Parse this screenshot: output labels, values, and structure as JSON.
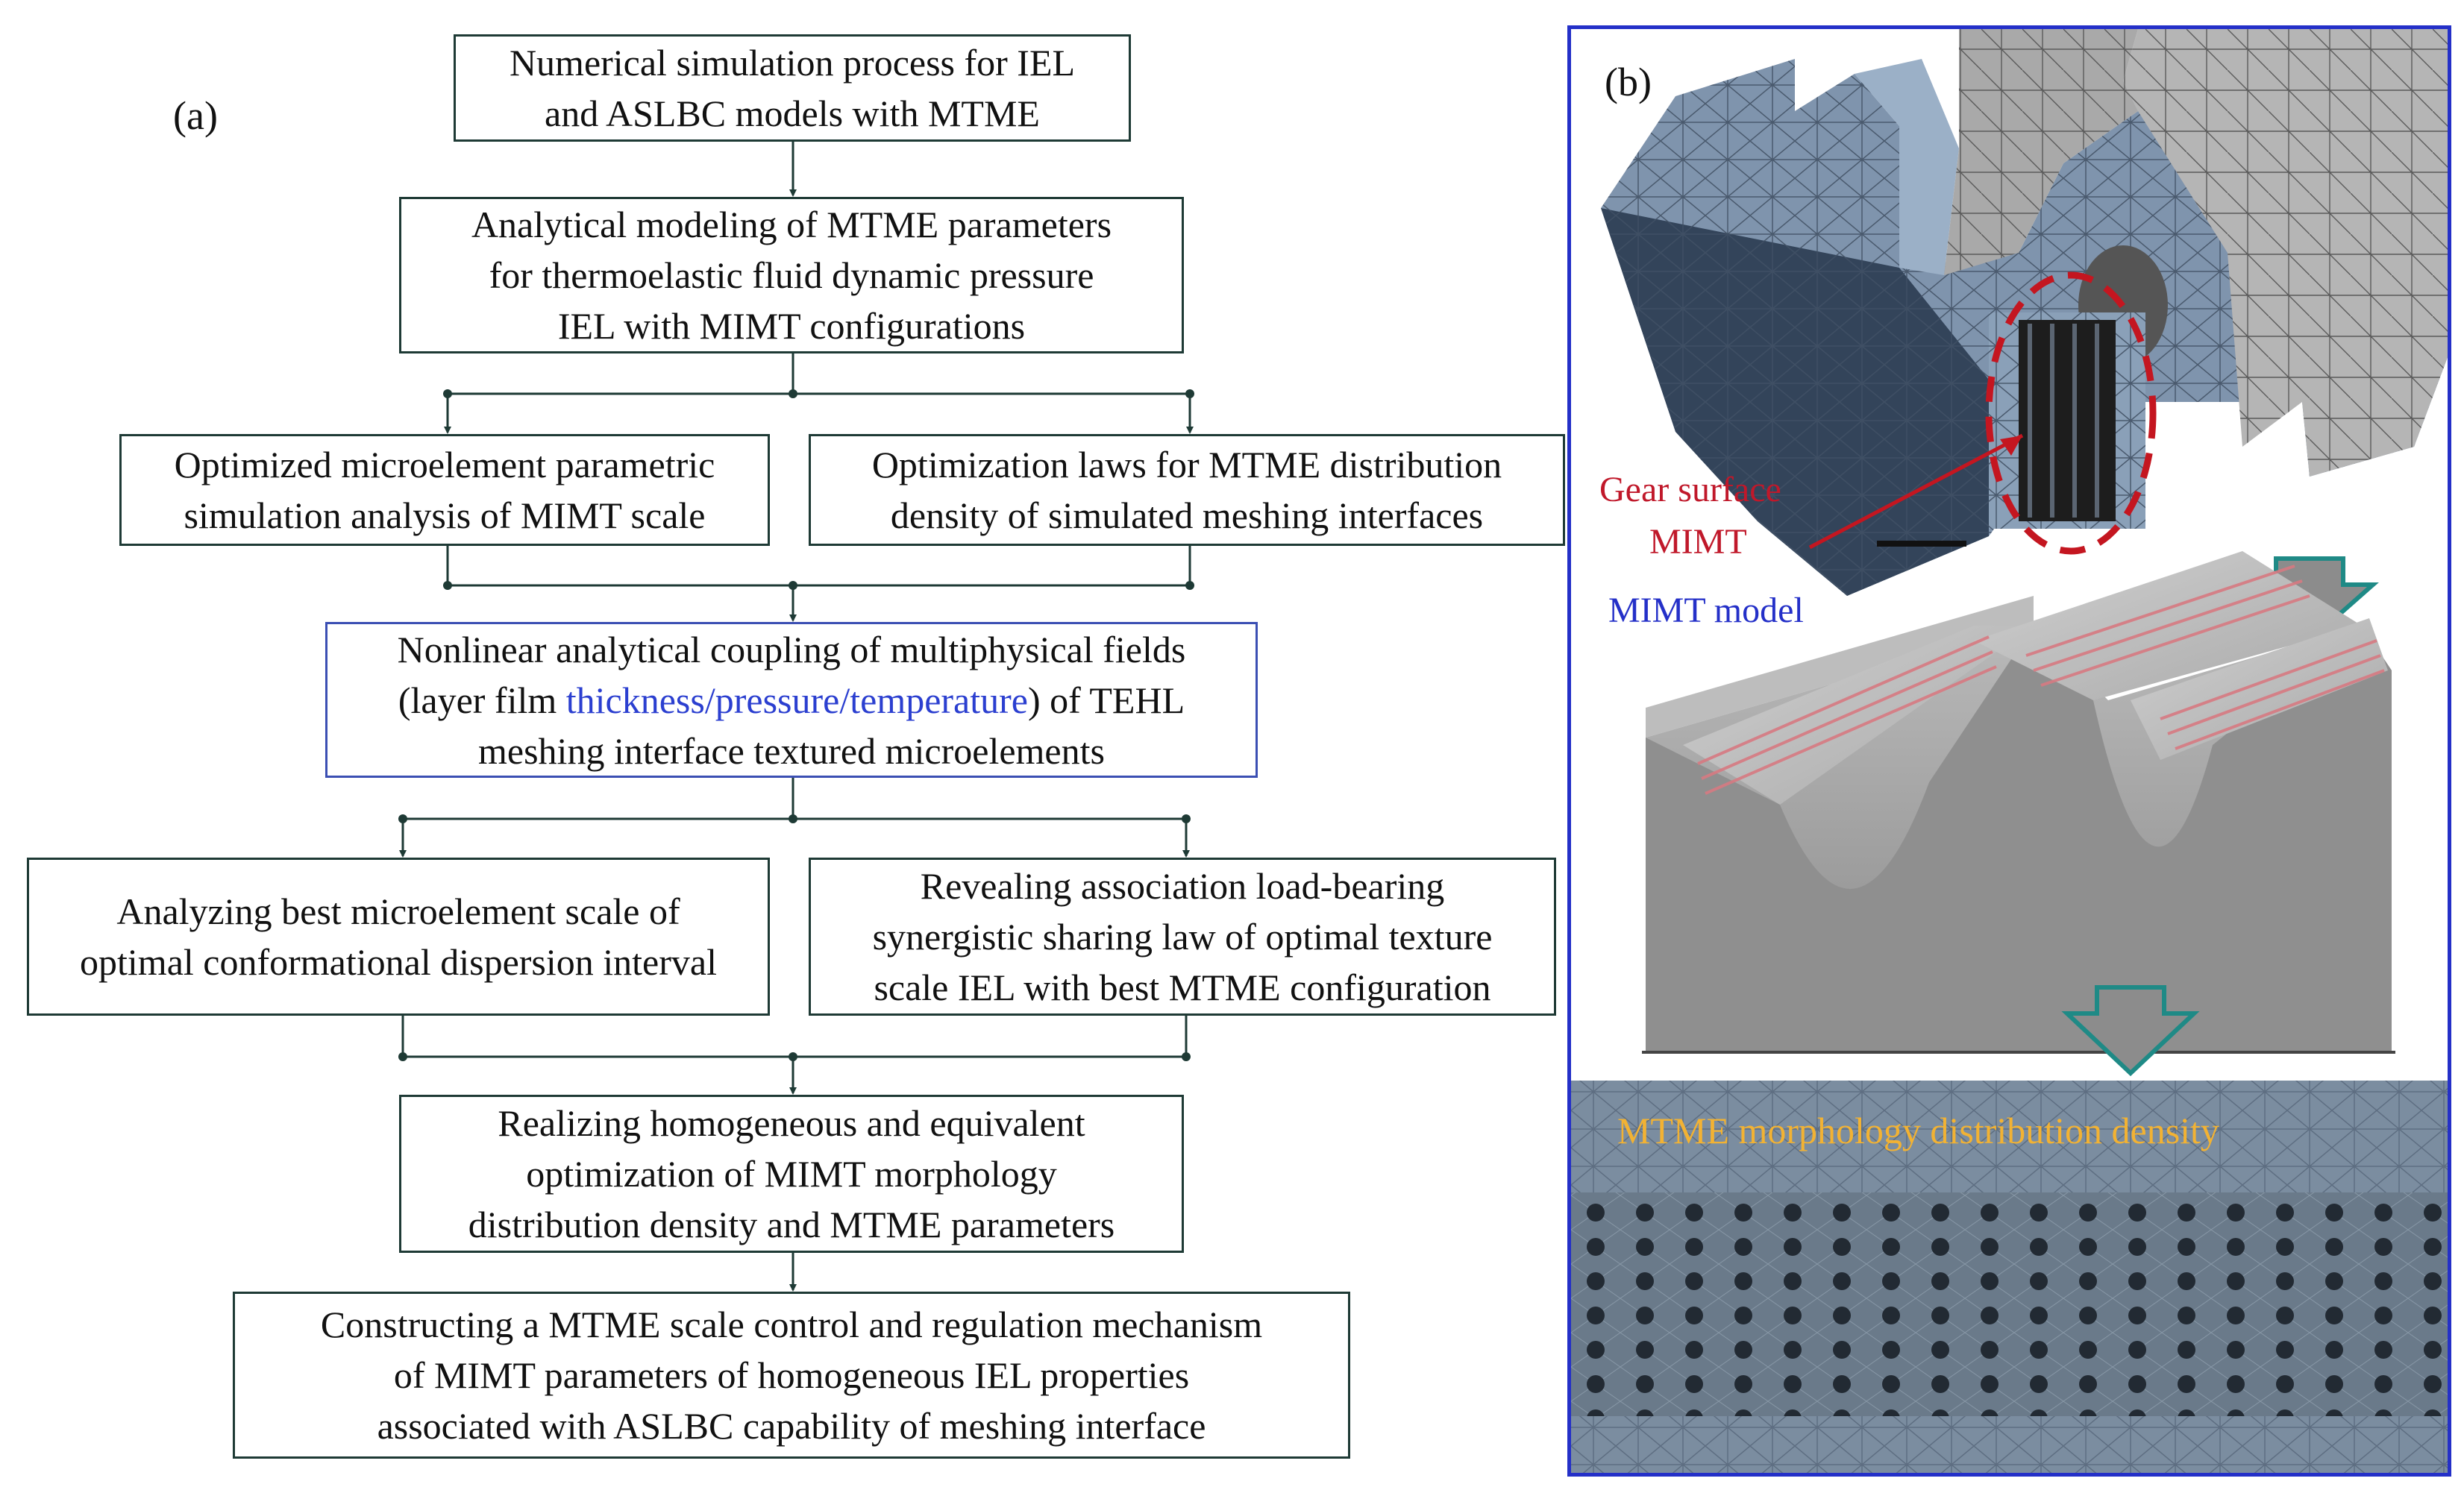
{
  "panel_a": {
    "label": "(a)",
    "boxes": [
      {
        "lines": [
          "Numerical simulation process for IEL",
          "and ASLBC models with MTME"
        ]
      },
      {
        "lines": [
          "Analytical modeling of MTME parameters",
          "for thermoelastic fluid dynamic pressure",
          "IEL with MIMT configurations"
        ]
      },
      {
        "lines": [
          "Optimized microelement parametric",
          "simulation analysis of MIMT scale"
        ]
      },
      {
        "lines": [
          "Optimization laws for MTME distribution",
          "density of simulated meshing interfaces"
        ]
      },
      {
        "lines": [
          "Nonlinear analytical coupling of multiphysical fields"
        ],
        "line2_prefix": "(layer film ",
        "line2_highlight": "thickness/pressure/temperature",
        "line2_suffix": ") of TEHL",
        "line3": "meshing interface textured microelements"
      },
      {
        "lines": [
          "Analyzing best microelement scale of",
          "optimal conformational dispersion interval"
        ]
      },
      {
        "lines": [
          "Revealing association load-bearing",
          "synergistic sharing law of optimal texture",
          "scale  IEL with best MTME configuration"
        ]
      },
      {
        "lines": [
          "Realizing homogeneous and equivalent",
          "optimization of MIMT morphology",
          "distribution density and MTME parameters"
        ]
      },
      {
        "lines": [
          "Constructing a MTME scale control and regulation mechanism",
          "of MIMT parameters of homogeneous IEL properties",
          "associated with ASLBC capability of meshing interface"
        ]
      }
    ]
  },
  "panel_b": {
    "label": "(b)",
    "gear_surface_label": "Gear surface",
    "mimt_label": "MIMT",
    "model_label": "MIMT model",
    "density_label": "MTME morphology distribution density"
  },
  "colors": {
    "box_border": "#1e3a35",
    "highlight_border": "#3b4fb3",
    "highlight_text": "#2b3fd0",
    "gear_label": "#c0182a",
    "model_label": "#2430c8",
    "density_label": "#f2b233",
    "arrow_fill": "#8c8c8c",
    "arrow_stroke": "#1f8a86"
  }
}
